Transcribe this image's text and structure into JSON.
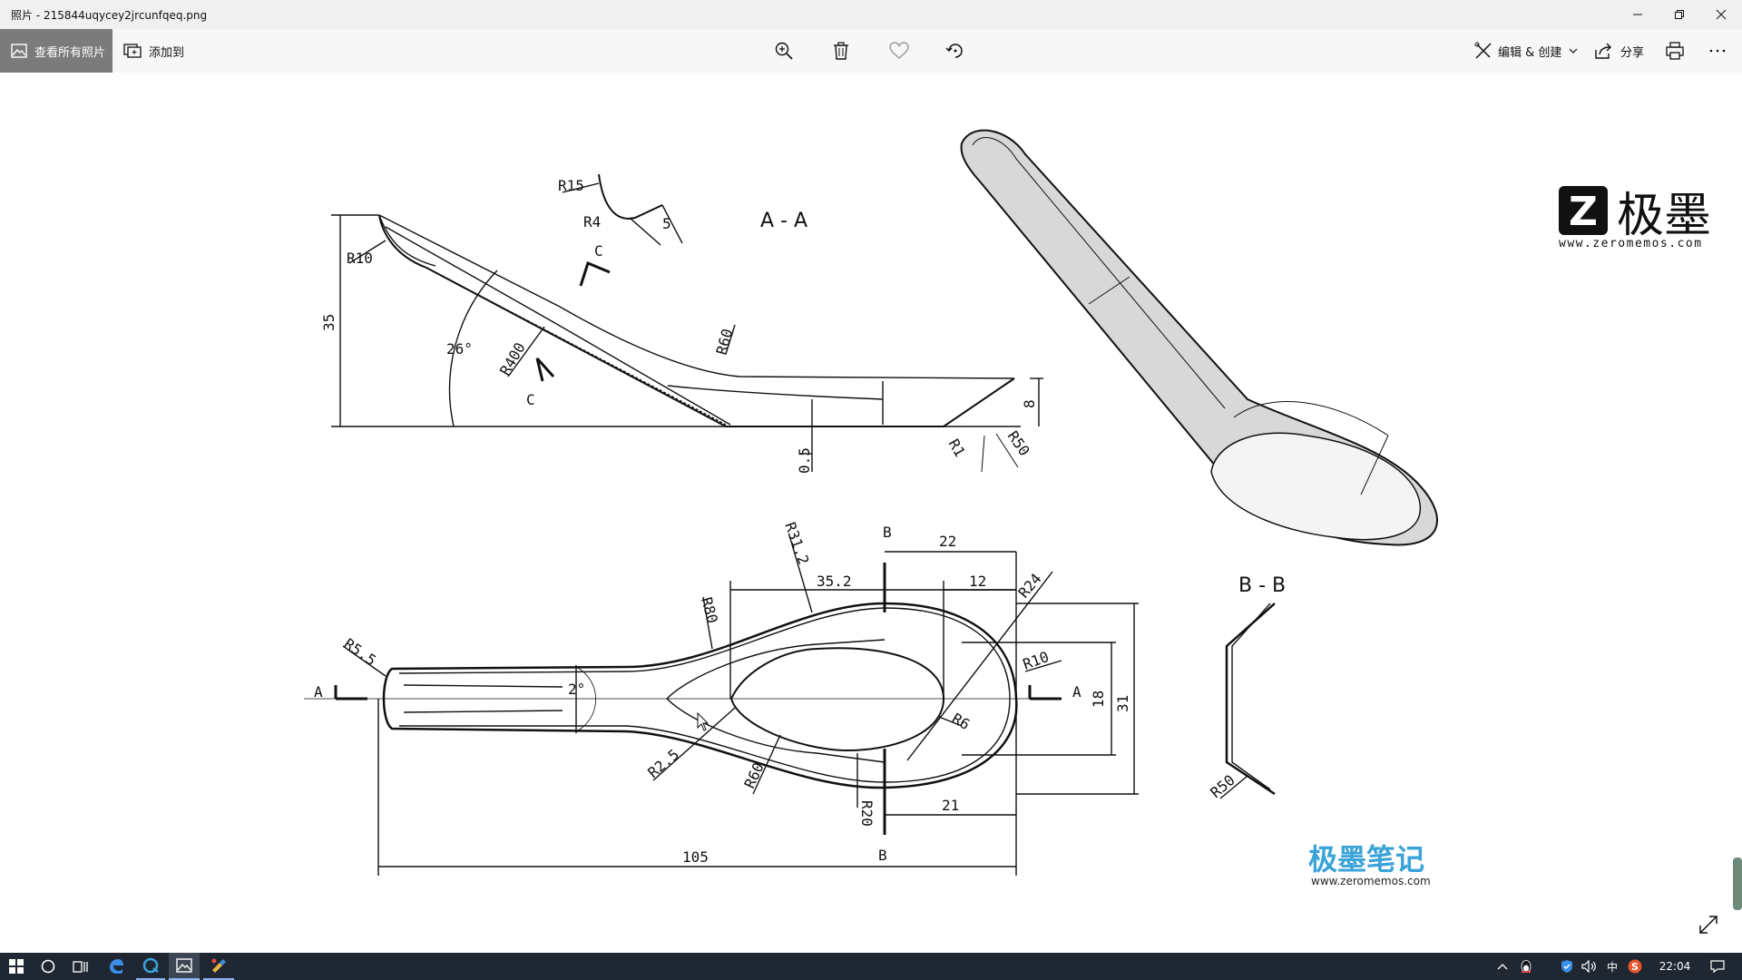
{
  "window": {
    "title": "照片 - 215844uqycey2jrcunfqeq.png",
    "minimize_icon": "minimize-icon",
    "restore_icon": "restore-icon",
    "close_icon": "close-icon"
  },
  "toolbar": {
    "view_all_label": "查看所有照片",
    "add_to_label": "添加到",
    "edit_create_label": "编辑 & 创建",
    "share_label": "分享",
    "icons": [
      "zoom-in-icon",
      "delete-icon",
      "favorite-icon",
      "rotate-icon",
      "print-icon",
      "more-icon"
    ]
  },
  "drawing": {
    "section_aa": "A - A",
    "section_bb": "B - B",
    "labels": {
      "r15": "R15",
      "r4": "R4",
      "five": "5",
      "c1": "C",
      "c2": "C",
      "r10_top": "R10",
      "thirtyfive": "35",
      "angle26": "26°",
      "r400": "R400",
      "r60_top": "R60",
      "eight": "8",
      "zero5": "0.5",
      "r1": "R1",
      "r50_top": "R50",
      "r312": "R31.2",
      "b_top": "B",
      "b_bottom": "B",
      "twentytwo": "22",
      "r24": "R24",
      "thirtyfive2": "35.2",
      "twelve": "12",
      "r80": "R80",
      "r55": "R5.5",
      "a_left": "A",
      "a_right": "A",
      "angle2": "2°",
      "r10_plan": "R10",
      "eighteen": "18",
      "thirtyone": "31",
      "r6": "R6",
      "r25": "R2.5",
      "r60_bottom": "R60",
      "r20": "R20",
      "twentyone": "21",
      "hundred5": "105",
      "r50_bb": "R50"
    },
    "watermark_top_cn": "极墨",
    "watermark_top_url": "www.zeromemos.com",
    "watermark_bottom_cn": "极墨笔记",
    "watermark_bottom_url": "www.zeromemos.com"
  },
  "taskbar": {
    "time": "22:04",
    "ime": "中"
  },
  "colors": {
    "titlebar": "#f0f0f0",
    "toolbar": "#f7f7f7",
    "view_all_bg": "#7b7b7b",
    "taskbar": "#1f2733",
    "watermark_blue": "#3aa3d8"
  }
}
